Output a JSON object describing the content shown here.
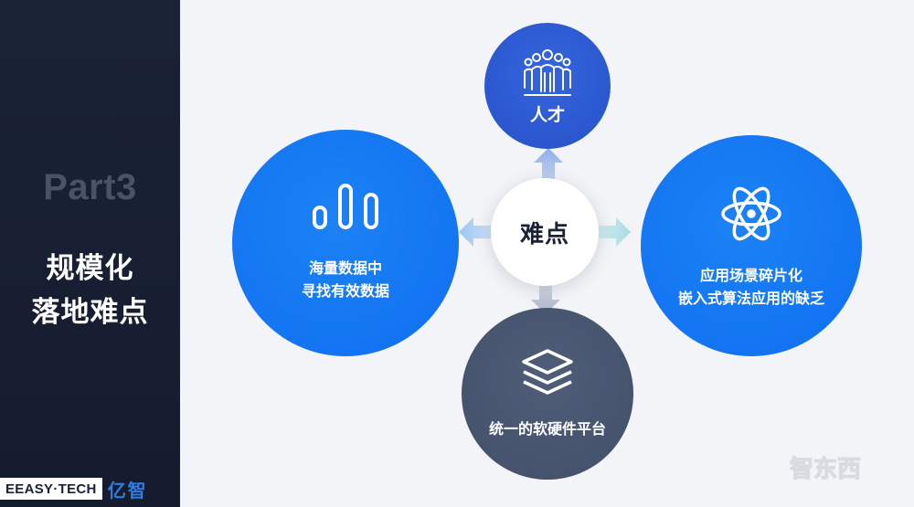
{
  "sidebar": {
    "part_label": "Part3",
    "title_line1": "规模化",
    "title_line2": "落地难点",
    "brand_en": "EEASY·TECH",
    "brand_cn": "亿智"
  },
  "diagram": {
    "center": "难点",
    "talent": "人才",
    "data_line1": "海量数据中",
    "data_line2": "寻找有效数据",
    "app_line1": "应用场景碎片化",
    "app_line2": "嵌入式算法应用的缺乏",
    "platform": "统一的软硬件平台"
  },
  "watermark_text": "智东西",
  "colors": {
    "sidebar_bg": "#1a2236",
    "talent_blue": "#2651c9",
    "primary_blue": "#0f6ff0",
    "slate": "#434f69",
    "brand_blue": "#2e7de6"
  },
  "icons": {
    "talent": "people-group-icon",
    "data": "bar-chart-icon",
    "app": "atom-icon",
    "platform": "layers-icon"
  }
}
